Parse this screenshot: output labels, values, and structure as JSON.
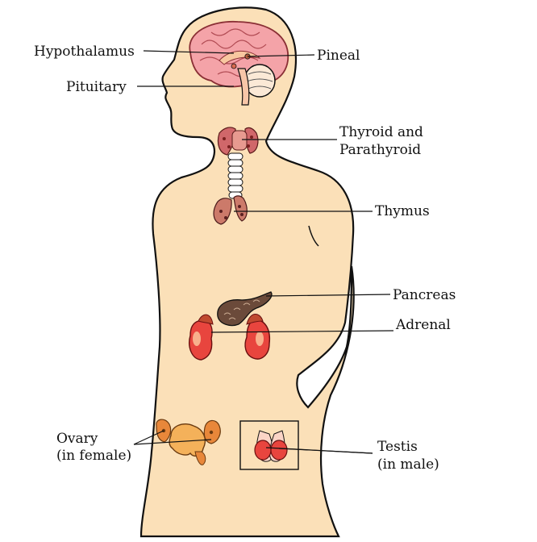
{
  "labels": {
    "hypothalamus": "Hypothalamus",
    "pineal": "Pineal",
    "pituitary": "Pituitary",
    "thyroid_line1": "Thyroid and",
    "thyroid_line2": "Parathyroid",
    "thymus": "Thymus",
    "pancreas": "Pancreas",
    "adrenal": "Adrenal",
    "ovary_line1": "Ovary",
    "ovary_line2": "(in female)",
    "testis_line1": "Testis",
    "testis_line2": "(in male)"
  },
  "colors": {
    "skin": "#fbe0b8",
    "outline": "#111111",
    "brain": "#f4a3a8",
    "gland_red": "#e8453e",
    "gland_dark": "#7a4a3a",
    "ovary_orange": "#e8873a"
  }
}
